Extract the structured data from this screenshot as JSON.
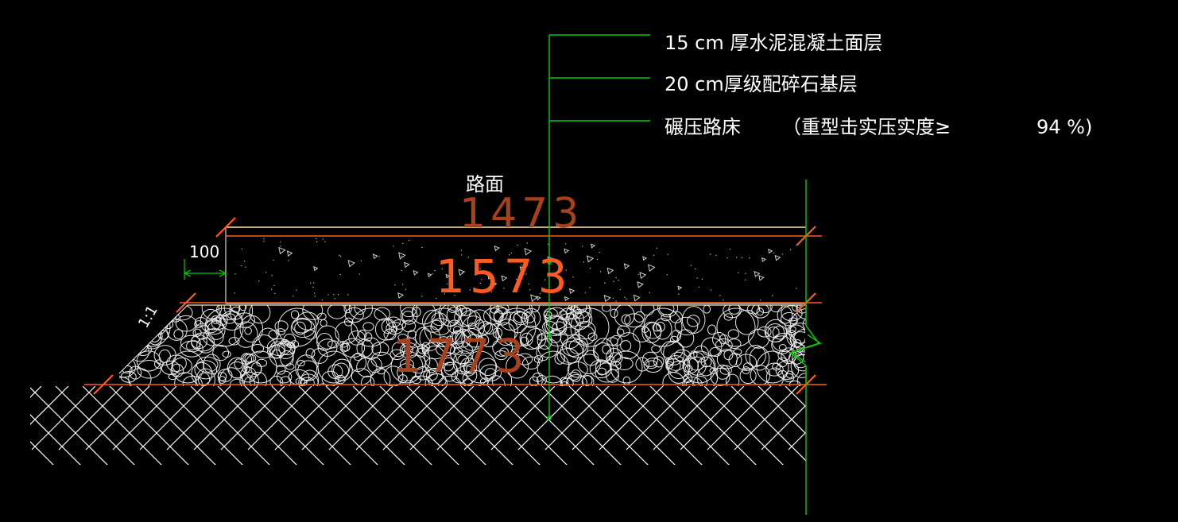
{
  "drawing": {
    "layer_labels": [
      "15 cm 厚水泥混凝土面层",
      "20 cm厚级配碎石基层",
      "碾压路床"
    ],
    "compaction_note": "（重型击实压实度≥",
    "compaction_value": "94 %)",
    "surface_label": "路面",
    "elevation_top": "1473",
    "elevation_mid": "1573",
    "elevation_low": "1773",
    "dim_width": "100",
    "slope_label": "1:1"
  },
  "colors": {
    "background": "#000000",
    "leader": "#00d000",
    "dimension": "#ff5a1f",
    "surface_edge": "#ffe7a0",
    "linework": "#ffffff",
    "hatch": "#ffffff"
  }
}
